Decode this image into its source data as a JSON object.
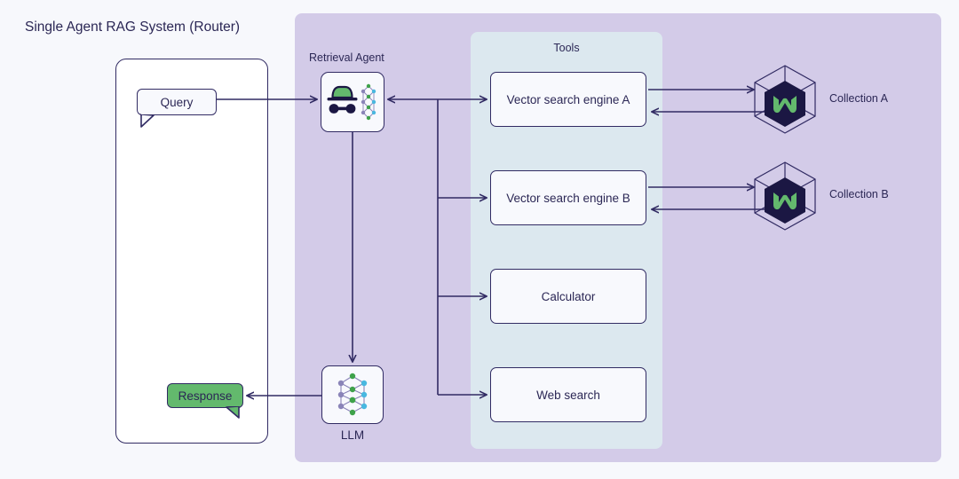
{
  "title": "Single Agent RAG System (Router)",
  "colors": {
    "background": "#f7f8fc",
    "agent_panel": "#d3cbe8",
    "tools_panel": "#dce8ef",
    "stroke": "#312b63",
    "text": "#2b2755",
    "box_fill": "#f8f9fd",
    "response_green": "#63b96d",
    "hex_navy": "#1b1743",
    "hex_green": "#63b96d",
    "node_purple": "#8a84b8",
    "node_green": "#3fa24a",
    "node_cyan": "#49b8e0"
  },
  "client": {
    "query": {
      "label": "Query",
      "icon": "speech-bubble-icon"
    },
    "response": {
      "label": "Response",
      "icon": "speech-bubble-icon"
    }
  },
  "agent_panel": {
    "retrieval_agent": {
      "caption": "Retrieval Agent",
      "icon": "detective-agent-icon"
    },
    "llm": {
      "caption": "LLM",
      "icon": "neural-network-icon"
    }
  },
  "tools_panel": {
    "caption": "Tools",
    "items": [
      {
        "label": "Vector search engine A"
      },
      {
        "label": "Vector search engine B"
      },
      {
        "label": "Calculator"
      },
      {
        "label": "Web search"
      }
    ]
  },
  "collections": [
    {
      "label": "Collection A",
      "icon": "weaviate-hexagon-icon"
    },
    {
      "label": "Collection B",
      "icon": "weaviate-hexagon-icon"
    }
  ]
}
